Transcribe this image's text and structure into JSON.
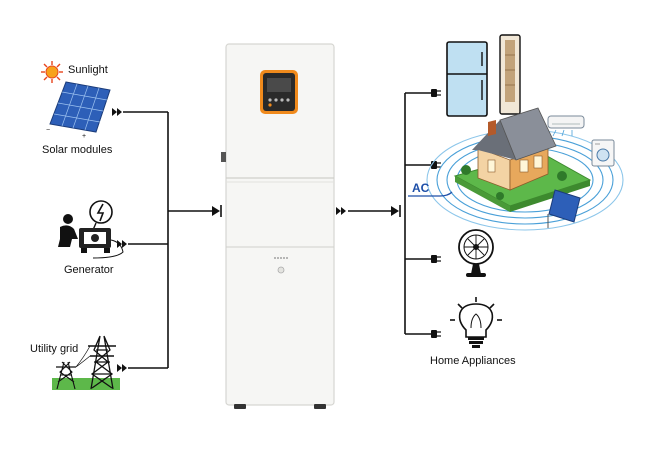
{
  "sources": {
    "sunlight_label": "Sunlight",
    "solar_label": "Solar modules",
    "generator_label": "Generator",
    "grid_label": "Utility grid"
  },
  "loads": {
    "ac_label": "AC",
    "appliances_label": "Home Appliances"
  },
  "colors": {
    "line": "#111111",
    "inverter_body": "#f6f6f4",
    "inverter_edge": "#d6d6d2",
    "screen_accent": "#f08a1c",
    "solar_blue": "#2d5fb8",
    "grass": "#5db84a",
    "ac_blue": "#1e4fa8"
  },
  "icons": [
    "sun-icon",
    "solar-panel-icon",
    "generator-icon",
    "power-tower-icon",
    "refrigerator-icon",
    "house-icon",
    "air-conditioner-icon",
    "washing-machine-icon",
    "fan-icon",
    "light-bulb-icon",
    "plug-icon"
  ]
}
